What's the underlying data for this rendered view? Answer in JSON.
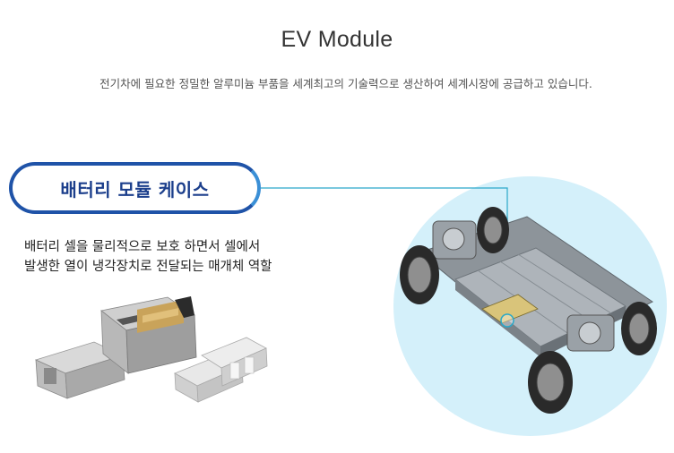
{
  "header": {
    "title": "EV Module",
    "subtitle": "전기차에 필요한 정밀한 알루미늄 부품을 세계최고의 기술력으로 생산하여 세계시장에 공급하고 있습니다."
  },
  "feature": {
    "label": "배터리 모듈 케이스",
    "description_lines": [
      "배터리 셀을 물리적으로 보호 하면서 셀에서",
      "발생한 열이 냉각장치로 전달되는 매개체 역할"
    ]
  },
  "colors": {
    "pill_border_start": "#1f53a8",
    "pill_border_end": "#3a8fd6",
    "pill_text": "#1c3f8c",
    "connector_line": "#2aa8c9",
    "circle_bg": "#d4f0fa"
  }
}
